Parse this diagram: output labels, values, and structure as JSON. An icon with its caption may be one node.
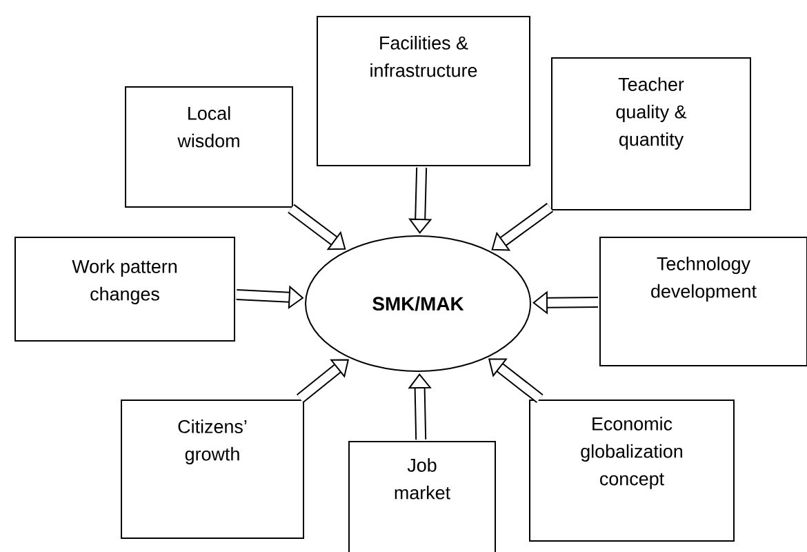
{
  "diagram": {
    "nodes": [
      {
        "text": [
          "Facilities & infrastructure"
        ]
      },
      {
        "text": [
          "Local wisdom"
        ]
      },
      {
        "text": [
          "Teacher quality & quantity"
        ]
      },
      {
        "text": [
          "Work pattern changes"
        ]
      },
      {
        "text": [
          "SMK/MAK"
        ]
      },
      {
        "text": [
          "Technology development"
        ]
      },
      {
        "text": [
          "Citizens’ growth"
        ]
      },
      {
        "text": [
          "Economic globalization concept"
        ]
      },
      {
        "text": [
          "Job market"
        ]
      }
    ],
    "edges": [
      {
        "from": 0,
        "to": 4,
        "arrow": "to"
      },
      {
        "from": 1,
        "to": 4,
        "arrow": "to"
      },
      {
        "from": 2,
        "to": 4,
        "arrow": "to"
      },
      {
        "from": 3,
        "to": 4,
        "arrow": "to"
      },
      {
        "from": 5,
        "to": 4,
        "arrow": "to"
      },
      {
        "from": 6,
        "to": 4,
        "arrow": "to"
      },
      {
        "from": 7,
        "to": 4,
        "arrow": "to"
      },
      {
        "from": 8,
        "to": 4,
        "arrow": "to"
      }
    ]
  }
}
